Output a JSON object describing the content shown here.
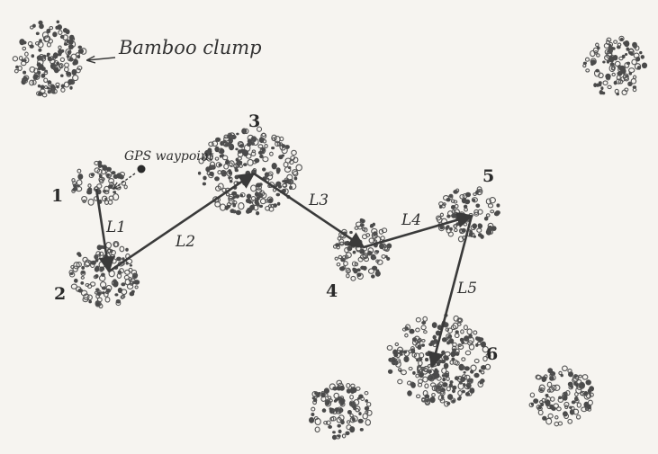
{
  "labels": {
    "bamboo_clump": "Bamboo clump",
    "gps_waypoint": "GPS waypoint"
  },
  "clumps": [
    {
      "id": "1",
      "label": "1"
    },
    {
      "id": "2",
      "label": "2"
    },
    {
      "id": "3",
      "label": "3"
    },
    {
      "id": "4",
      "label": "4"
    },
    {
      "id": "5",
      "label": "5"
    },
    {
      "id": "6",
      "label": "6"
    }
  ],
  "legs": [
    {
      "label": "L1"
    },
    {
      "label": "L2"
    },
    {
      "label": "L3"
    },
    {
      "label": "L4"
    },
    {
      "label": "L5"
    }
  ],
  "colors": {
    "ink": "#3a3a3a",
    "paper": "#f6f4f0"
  }
}
